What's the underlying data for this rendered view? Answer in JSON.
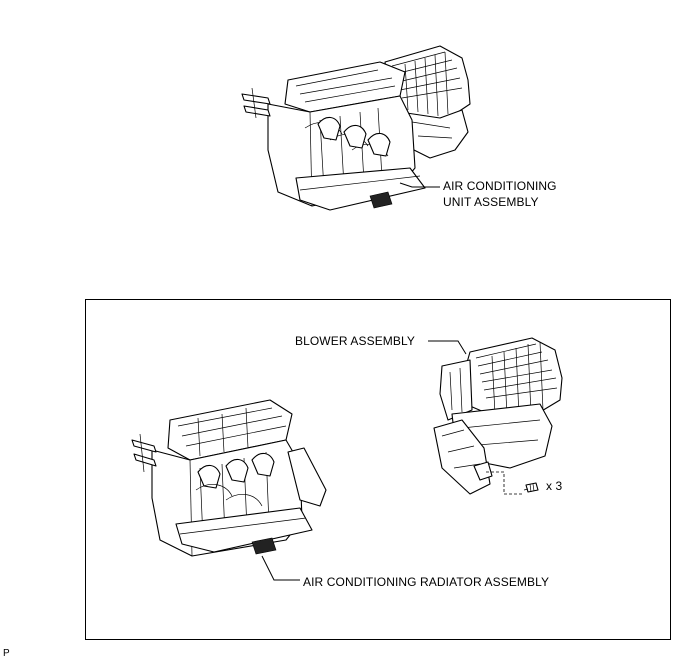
{
  "labels": {
    "ac_unit_line1": "AIR CONDITIONING",
    "ac_unit_line2": "UNIT ASSEMBLY",
    "blower": "BLOWER ASSEMBLY",
    "radiator": "AIR CONDITIONING RADIATOR ASSEMBLY",
    "screw_qty": "x 3",
    "corner_mark": "P"
  }
}
